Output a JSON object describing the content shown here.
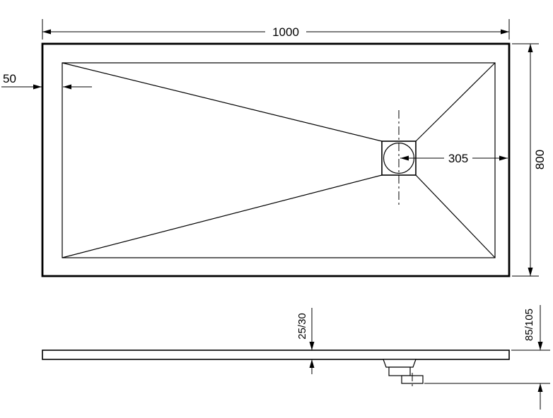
{
  "drawing": {
    "dimensions": {
      "width_label": "1000",
      "edge_offset_label": "50",
      "depth_label": "800",
      "drain_to_edge_label": "305",
      "thickness_label": "25/30",
      "overall_height_label": "85/105"
    }
  }
}
